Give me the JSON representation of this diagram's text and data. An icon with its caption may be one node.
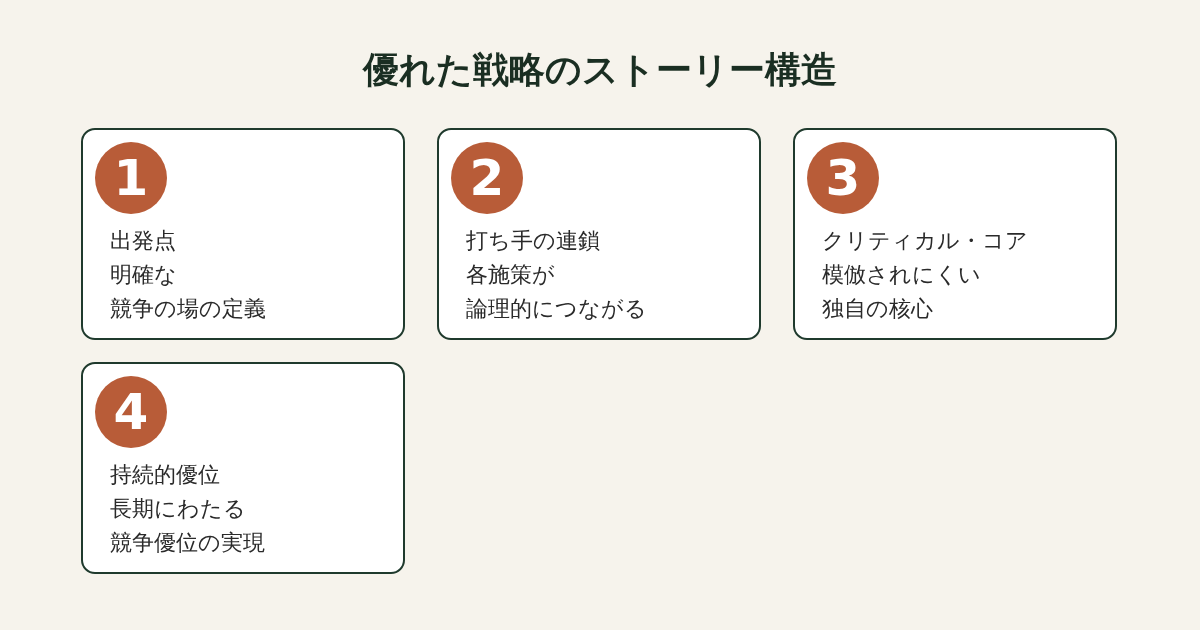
{
  "diagram": {
    "title": "優れた戦略のストーリー構造",
    "nodes": [
      {
        "text": [
          "出発点",
          "明確な",
          "競争の場の定義"
        ]
      },
      {
        "text": [
          "1"
        ],
        "in": 0
      },
      {
        "text": [
          "打ち手の連鎖",
          "各施策が",
          "論理的につながる"
        ]
      },
      {
        "text": [
          "2"
        ],
        "in": 2
      },
      {
        "text": [
          "クリティカル・コア",
          "模倣されにくい",
          "独自の核心"
        ]
      },
      {
        "text": [
          "3"
        ],
        "in": 4
      },
      {
        "text": [
          "持続的優位",
          "長期にわたる",
          "競争優位の実現"
        ]
      },
      {
        "text": [
          "4"
        ],
        "in": 6
      }
    ]
  }
}
